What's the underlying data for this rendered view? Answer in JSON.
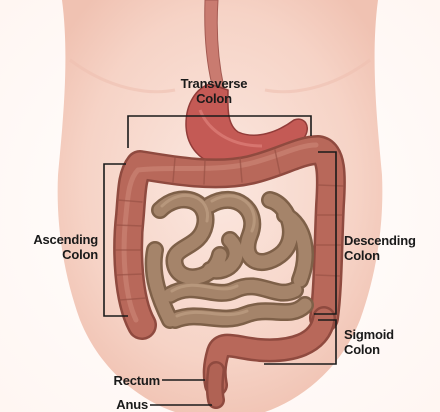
{
  "labels": {
    "transverse": [
      "Transverse",
      "Colon"
    ],
    "ascending": [
      "Ascending",
      "Colon"
    ],
    "descending": [
      "Descending",
      "Colon"
    ],
    "sigmoid": [
      "Sigmoid",
      "Colon"
    ],
    "rectum": "Rectum",
    "anus": "Anus"
  },
  "colors": {
    "skin": "#f7d8cd",
    "colon": "#b8685a",
    "small_intestine": "#a5846a",
    "stomach": "#c45a55",
    "leader_line": "#1a1a1a"
  }
}
